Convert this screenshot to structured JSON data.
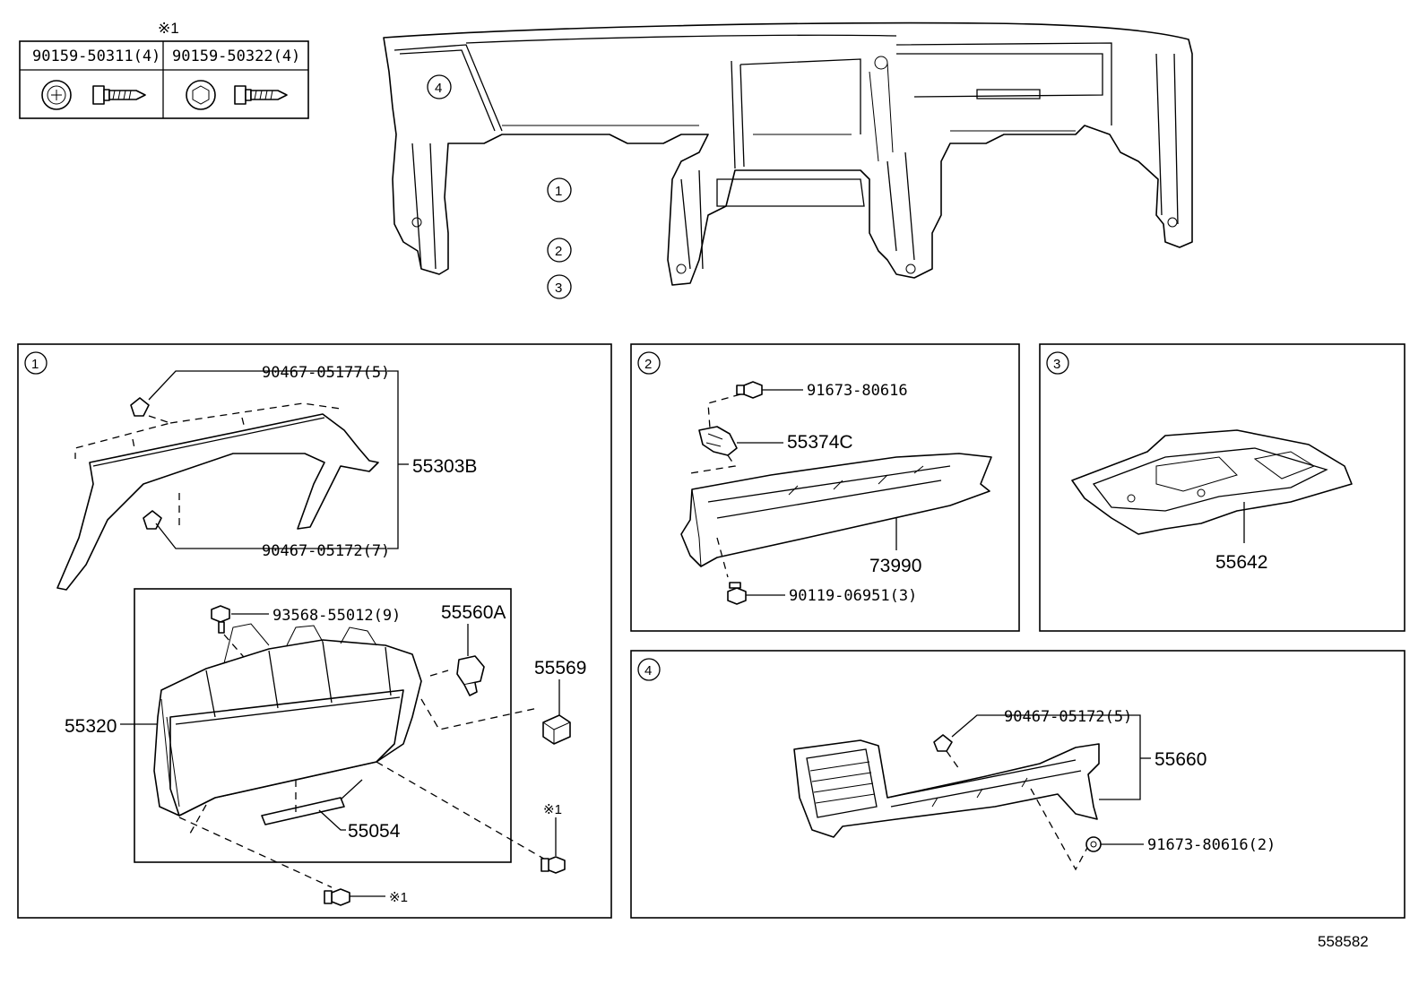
{
  "legend": {
    "mark": "※1",
    "bolt_a": "90159-50311(4)",
    "bolt_b": "90159-50322(4)"
  },
  "overview": {
    "callout_1": "1",
    "callout_2": "2",
    "callout_3": "3",
    "callout_4": "4"
  },
  "panel_1": {
    "id": "1",
    "clip_top": "90467-05177(5)",
    "clip_bottom": "90467-05172(7)",
    "trim": "55303B",
    "screw": "93568-55012(9)",
    "switch": "55560A",
    "glove_box": "55320",
    "damper": "55569",
    "rod": "55054",
    "mark_right": "※1",
    "mark_bottom": "※1"
  },
  "panel_2": {
    "id": "2",
    "screw_top": "91673-80616",
    "bracket": "55374C",
    "knee_panel": "73990",
    "bolt": "90119-06951(3)"
  },
  "panel_3": {
    "id": "3",
    "pad": "55642"
  },
  "panel_4": {
    "id": "4",
    "clip": "90467-05172(5)",
    "panel": "55660",
    "nut": "91673-80616(2)"
  },
  "figure_number": "558582"
}
